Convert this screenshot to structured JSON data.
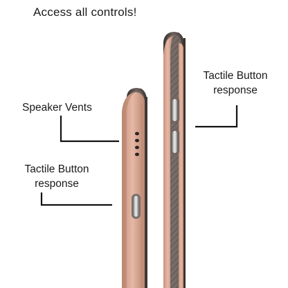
{
  "heading": "Access all controls!",
  "callouts": {
    "speaker_vents": "Speaker Vents",
    "tactile_left": {
      "line1": "Tactile Button",
      "line2": "response"
    },
    "tactile_right": {
      "line1": "Tactile Button",
      "line2": "response"
    }
  },
  "colors": {
    "case_rose_gold": "#d9a690",
    "case_shadow": "#b07f6d",
    "bumper_dark": "#4a4240",
    "button_silver": "#d8d8d8",
    "callout_line": "#111111"
  },
  "icons": [
    "speaker-vent-dots-icon",
    "side-button-icon"
  ]
}
